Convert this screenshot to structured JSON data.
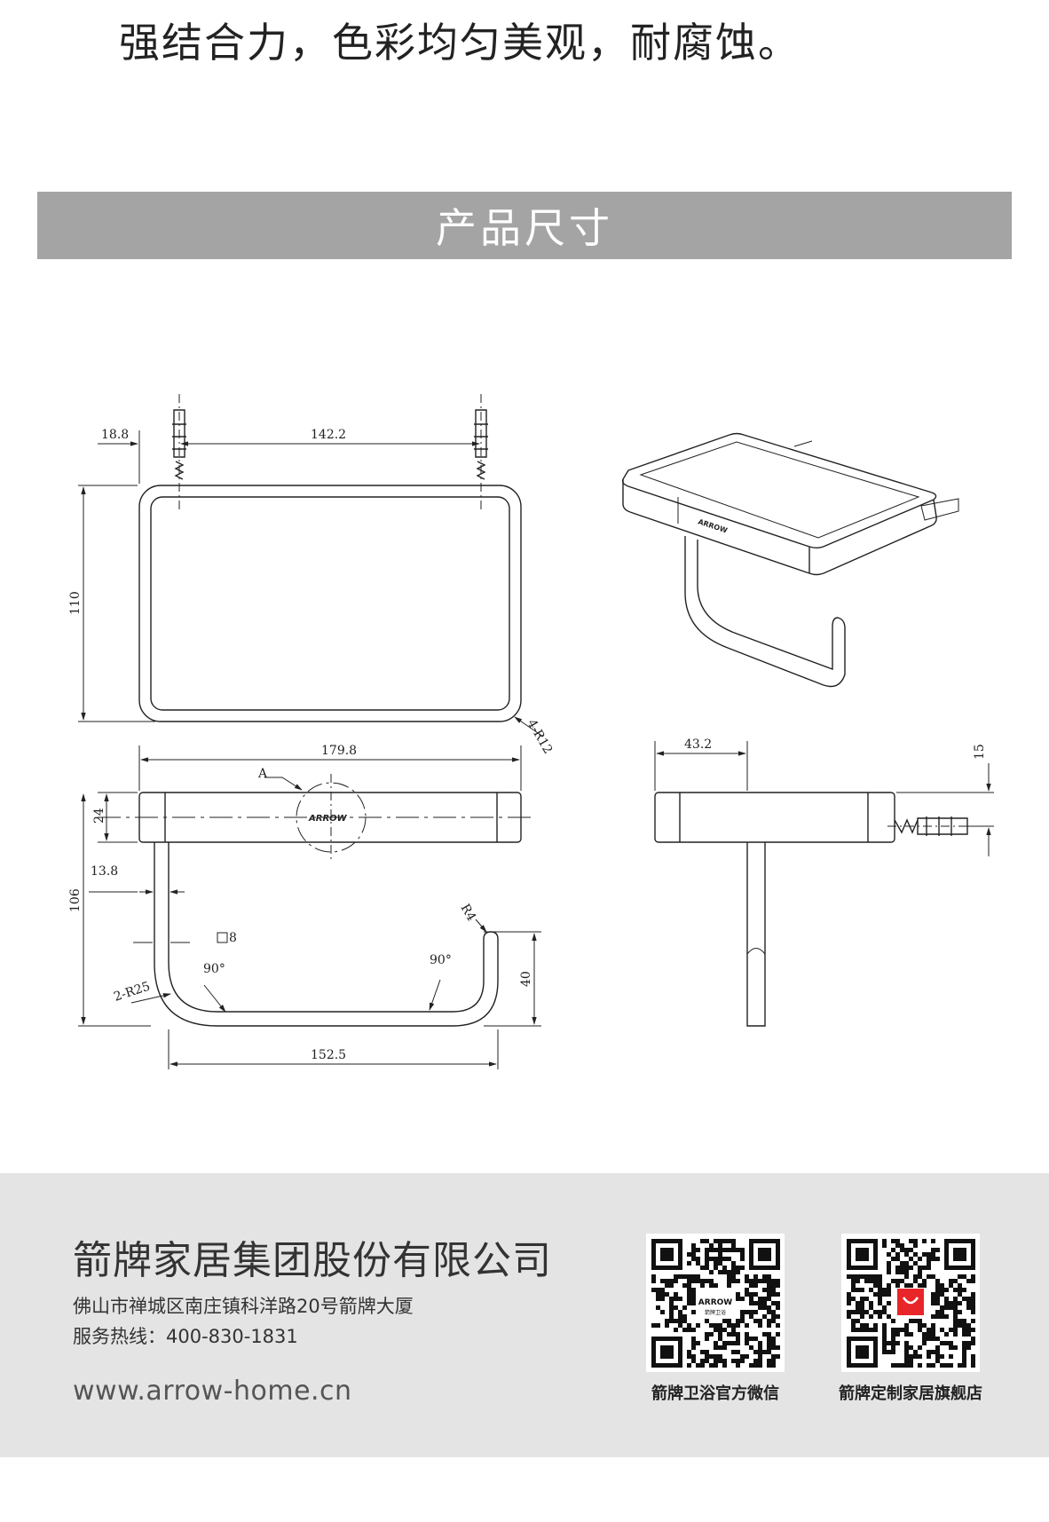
{
  "intro_text": "强结合力，色彩均匀美观，耐腐蚀。",
  "section_title": "产品尺寸",
  "diagram": {
    "brand_mark": "ARROW",
    "detail_label": "A",
    "dimensions": {
      "left_margin": "18.8",
      "anchor_spacing": "142.2",
      "height_top_view": "110",
      "corner_radius": "4-R12",
      "total_width": "179.8",
      "shelf_thickness": "24",
      "bar_offset": "13.8",
      "total_height": "106",
      "bar_section": "8",
      "tip_radius": "R4",
      "angle_left": "90°",
      "angle_right": "90°",
      "bend_radius": "2-R25",
      "bar_depth": "40",
      "bar_width": "152.5",
      "side_depth": "43.2",
      "anchor_height": "15"
    }
  },
  "footer": {
    "company": "箭牌家居集团股份有限公司",
    "address": "佛山市禅城区南庄镇科洋路20号箭牌大厦",
    "hotline": "服务热线：400-830-1831",
    "website": "www.arrow-home.cn",
    "qr_codes": [
      {
        "label": "箭牌卫浴官方微信",
        "center_text": "ARROW",
        "center_sub": "箭牌卫浴"
      },
      {
        "label": "箭牌定制家居旗舰店",
        "center_icon": "shopping-bag-icon",
        "accent": "#e8262a"
      }
    ]
  }
}
